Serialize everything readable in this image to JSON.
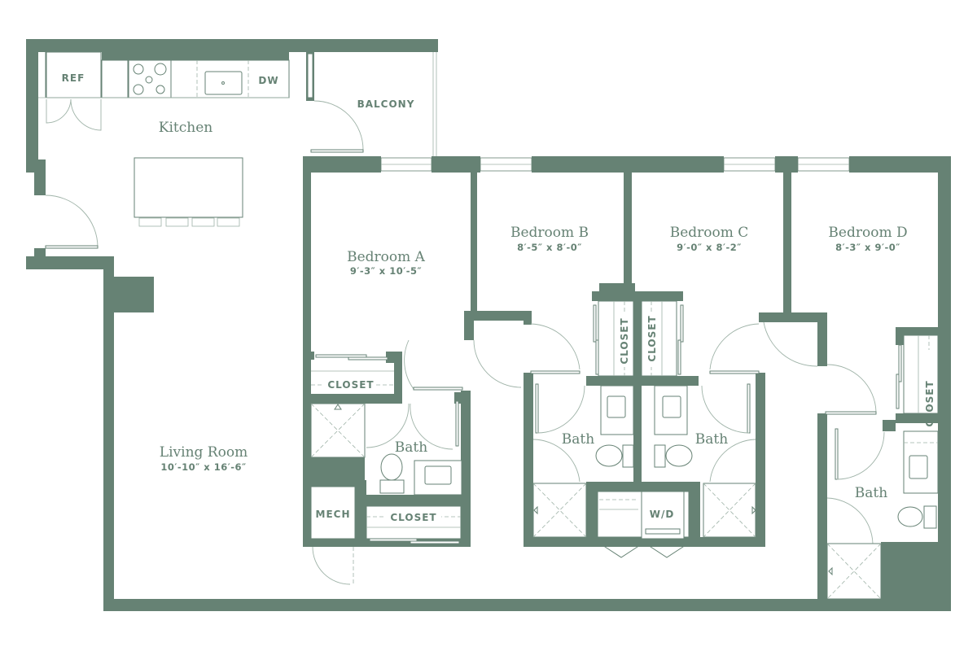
{
  "plan": {
    "colors": {
      "wall": "#668274",
      "background": "#ffffff",
      "fixture_line": "#9fb3a8"
    },
    "rooms": {
      "kitchen": {
        "name": "Kitchen"
      },
      "living": {
        "name": "Living Room",
        "dims": "10′-10″ x 16′-6″"
      },
      "bedroom_a": {
        "name": "Bedroom A",
        "dims": "9′-3″ x 10′-5″"
      },
      "bedroom_b": {
        "name": "Bedroom B",
        "dims": "8′-5″ x 8′-0″"
      },
      "bedroom_c": {
        "name": "Bedroom C",
        "dims": "9′-0″ x 8′-2″"
      },
      "bedroom_d": {
        "name": "Bedroom D",
        "dims": "8′-3″ x 9′-0″"
      },
      "bath_a": {
        "name": "Bath"
      },
      "bath_b": {
        "name": "Bath"
      },
      "bath_c": {
        "name": "Bath"
      },
      "bath_d": {
        "name": "Bath"
      }
    },
    "labels": {
      "ref": "REF",
      "dw": "DW",
      "balcony": "BALCONY",
      "closet": "CLOSET",
      "mech": "MECH",
      "wd": "W/D"
    }
  }
}
